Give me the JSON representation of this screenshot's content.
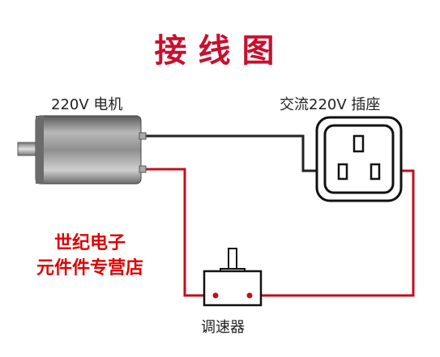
{
  "title": "接线图",
  "motor_label": "220V 电机",
  "socket_label": "交流220V 插座",
  "controller_label": "调速器",
  "store": {
    "line1": "世纪电子",
    "line2": "元件件专营店"
  },
  "colors": {
    "title": "#c8102e",
    "wire_live": "#222222",
    "wire_ctrl": "#c0101a",
    "store_text": "#e00000"
  }
}
